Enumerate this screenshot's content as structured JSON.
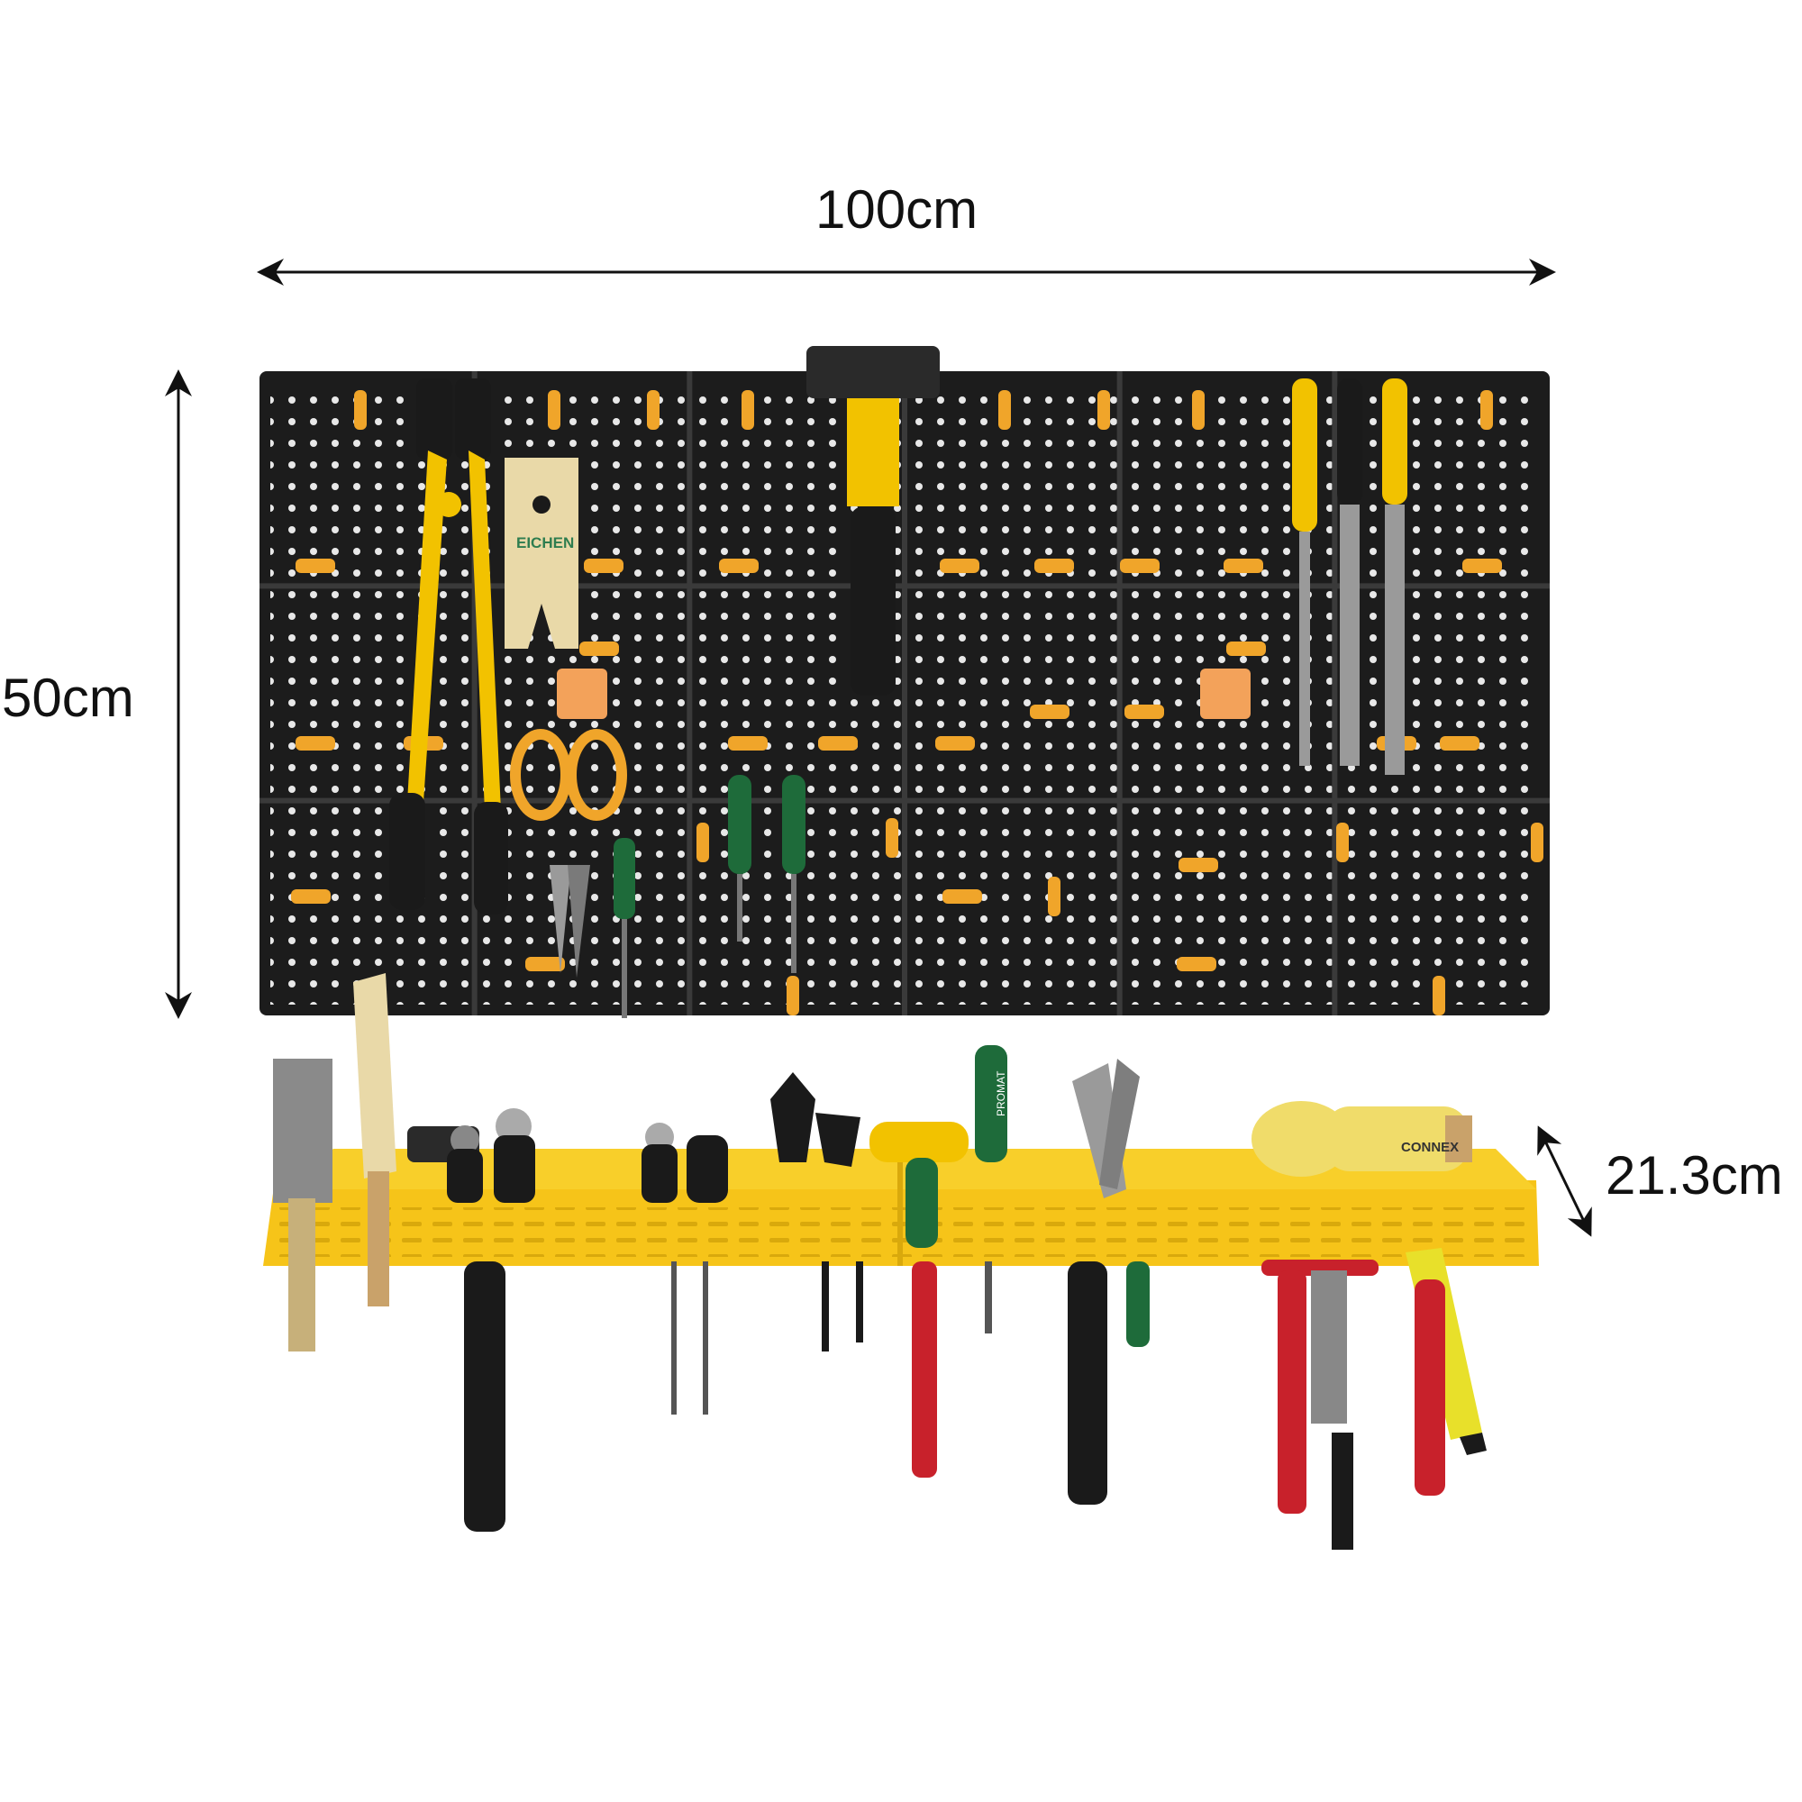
{
  "dimensions": {
    "width_label": "100cm",
    "height_label": "50cm",
    "depth_label": "21.3cm"
  },
  "brands": {
    "tag_brand": "EICHEN",
    "mallet_brand": "CONNEX",
    "screwdriver_brand": "PROMAT"
  },
  "colors": {
    "board": "#1c1c1c",
    "hole": "#ffffff",
    "hook": "#f0a52a",
    "shelf": "#f6c419",
    "shelf_shadow": "#d9a90c",
    "arrow": "#111111",
    "tool_yellow": "#f2c200",
    "tool_black": "#1a1a1a",
    "tool_red": "#c8212b",
    "tool_green": "#1e6b3a",
    "steel": "#9a9a9a",
    "wood": "#e9d9a8"
  }
}
